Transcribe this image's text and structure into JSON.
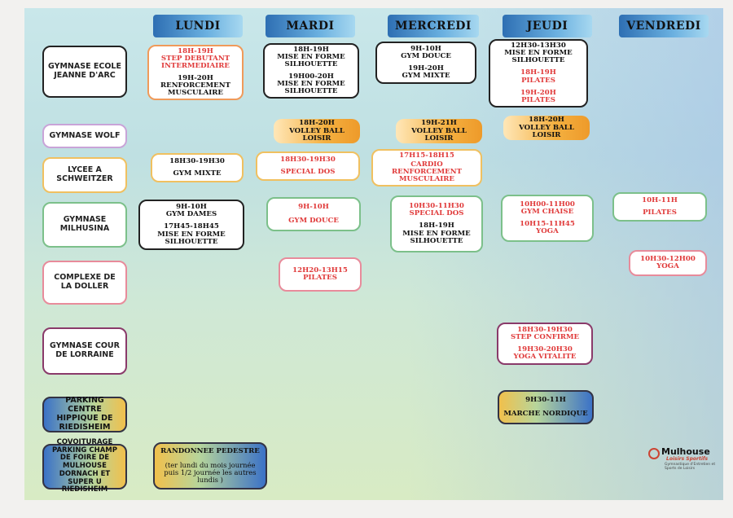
{
  "days": [
    "LUNDI",
    "MARDI",
    "MERCREDI",
    "JEUDI",
    "VENDREDI"
  ],
  "locations": [
    "GYMNASE ECOLE JEANNE D'ARC",
    "GYMNASE WOLF",
    "LYCEE A SCHWEITZER",
    "GYMNASE MILHUSINA",
    "COMPLEXE DE LA DOLLER",
    "GYMNASE COUR DE LORRAINE",
    "PARKING CENTRE HIPPIQUE DE RIEDISHEIM",
    "COVOITURAGE PARKING CHAMP DE FOIRE DE MULHOUSE DORNACH ET SUPER U RIEDISHEIM"
  ],
  "sessions": {
    "lundi_jda": {
      "a_time": "18H-19H",
      "a_name": "STEP DEBUTANT INTERMEDIAIRE",
      "b_time": "19H-20H",
      "b_name": "RENFORCEMENT MUSCULAIRE"
    },
    "mardi_jda": {
      "a_time": "18H-19H",
      "a_name": "MISE EN FORME SILHOUETTE",
      "b_time": "19H00-20H",
      "b_name": "MISE EN FORME SILHOUETTE"
    },
    "mercredi_jda": {
      "a_time": "9H-10H",
      "a_name": "GYM DOUCE",
      "b_time": "19H-20H",
      "b_name": "GYM MIXTE"
    },
    "jeudi_jda": {
      "a_time": "12H30-13H30",
      "a_name": "MISE EN FORME SILHOUETTE",
      "b_time": "18H-19H",
      "b_name": "PILATES",
      "c_time": "19H-20H",
      "c_name": "PILATES"
    },
    "mardi_wolf": {
      "time": "18H-20H",
      "name": "VOLLEY BALL LOISIR"
    },
    "mercredi_wolf": {
      "time": "19H-21H",
      "name": "VOLLEY BALL LOISIR"
    },
    "jeudi_wolf": {
      "time": "18H-20H",
      "name": "VOLLEY BALL LOISIR"
    },
    "lundi_schw": {
      "time": "18H30-19H30",
      "name": "GYM MIXTE"
    },
    "mardi_schw": {
      "time": "18H30-19H30",
      "name": "SPECIAL DOS"
    },
    "mercredi_schw": {
      "time": "17H15-18H15",
      "name": "CARDIO   RENFORCEMENT MUSCULAIRE"
    },
    "lundi_mil": {
      "a_time": "9H-10H",
      "a_name": "GYM DAMES",
      "b_time": "17H45-18H45",
      "b_name": "MISE EN FORME SILHOUETTE"
    },
    "mardi_mil": {
      "time": "9H-10H",
      "name": "GYM DOUCE"
    },
    "mercredi_mil": {
      "a_time": "10H30-11H30",
      "a_name": "SPECIAL DOS",
      "b_time": "18H-19H",
      "b_name": "MISE EN FORME SILHOUETTE"
    },
    "jeudi_mil": {
      "a_time": "10H00-11H00",
      "a_name": "GYM CHAISE",
      "b_time": "10H15-11H45",
      "b_name": "YOGA"
    },
    "vendredi_mil": {
      "time": "10H-11H",
      "name": "PILATES"
    },
    "mardi_doller": {
      "time": "12H20-13H15",
      "name": "PILATES"
    },
    "vendredi_doller": {
      "time": "10H30-12H00",
      "name": "YOGA"
    },
    "jeudi_lorraine": {
      "a_time": "18H30-19H30",
      "a_name": "STEP CONFIRME",
      "b_time": "19H30-20H30",
      "b_name": "YOGA VITALITE"
    },
    "jeudi_hippique": {
      "time": "9H30-11H",
      "name": "MARCHE NORDIQUE"
    },
    "lundi_covoit": {
      "name": "RANDONNEE PEDESTRE",
      "note": "(ter lundi du mois journée puis 1/2 journée les autres lundis )"
    }
  },
  "logo": {
    "name": "Mulhouse",
    "sub": "Loisirs Sportifs",
    "tag": "Gymnastique d'Entretien et Sports de Loisirs"
  },
  "colors": {
    "red": "#e03a3a",
    "day_header": "#2e6fb3",
    "orange": "#f4b040"
  }
}
